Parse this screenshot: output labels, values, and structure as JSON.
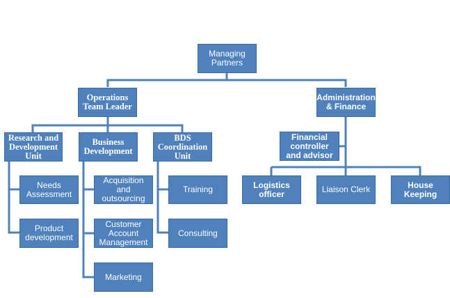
{
  "nodes": {
    "managing_partners": "Managing Partners",
    "operations_team_leader": "Operations Team Leader",
    "administration_finance": "Administration & Finance",
    "research_development_unit": "Research and Development Unit",
    "business_development": "Business Development",
    "bds_coordination_unit": "BDS Coordination Unit",
    "needs_assessment": "Needs Assessment",
    "product_development": "Product development",
    "acquisition_outsourcing": "Acquisition and outsourcing",
    "customer_account_management": "Customer Account Management",
    "marketing": "Marketing",
    "training": "Training",
    "consulting": "Consulting",
    "financial_controller_advisor": "Financial controller and advisor",
    "logistics_officer": "Logistics officer",
    "liaison_clerk": "Liaison Clerk",
    "house_keeping": "House Keeping"
  },
  "colors": {
    "box_fill": "#4f81bd",
    "connector": "#4f81bd",
    "text": "#ffffff"
  }
}
